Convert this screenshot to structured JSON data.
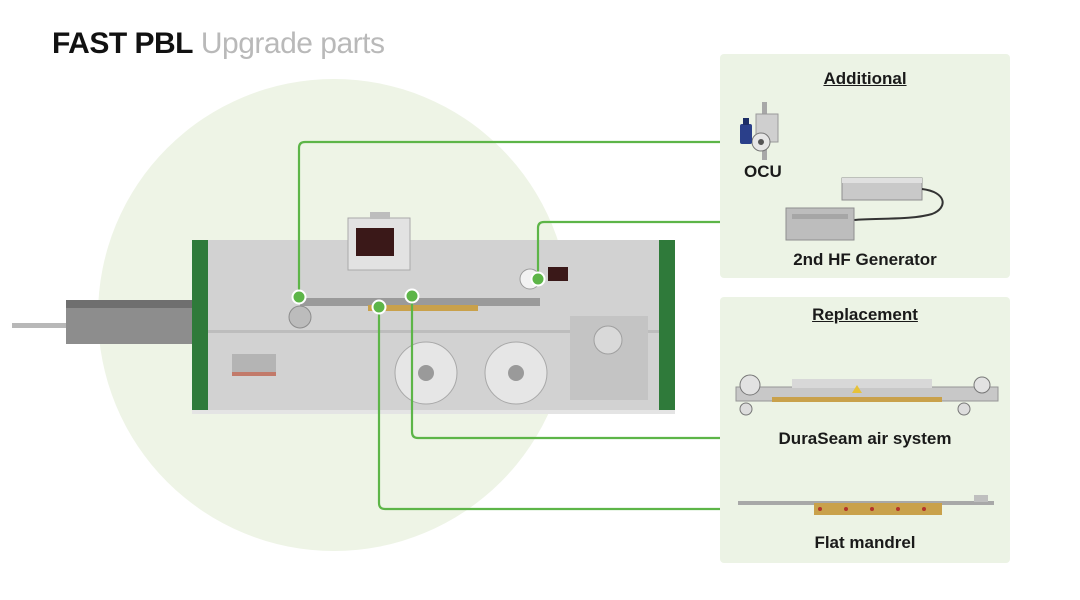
{
  "title": {
    "strong": "FAST PBL",
    "light": "Upgrade parts"
  },
  "panels": {
    "additional": {
      "heading": "Additional",
      "items": [
        {
          "label": "OCU"
        },
        {
          "label": "2nd HF Generator"
        }
      ]
    },
    "replacement": {
      "heading": "Replacement",
      "items": [
        {
          "label": "DuraSeam air system"
        },
        {
          "label": "Flat mandrel"
        }
      ]
    }
  },
  "colors": {
    "connector": "#5db548",
    "circle": "#eef4e6",
    "panel": "#ecf3e5",
    "machine_body": "#cfcfcf",
    "machine_frame": "#2f7a3a"
  }
}
